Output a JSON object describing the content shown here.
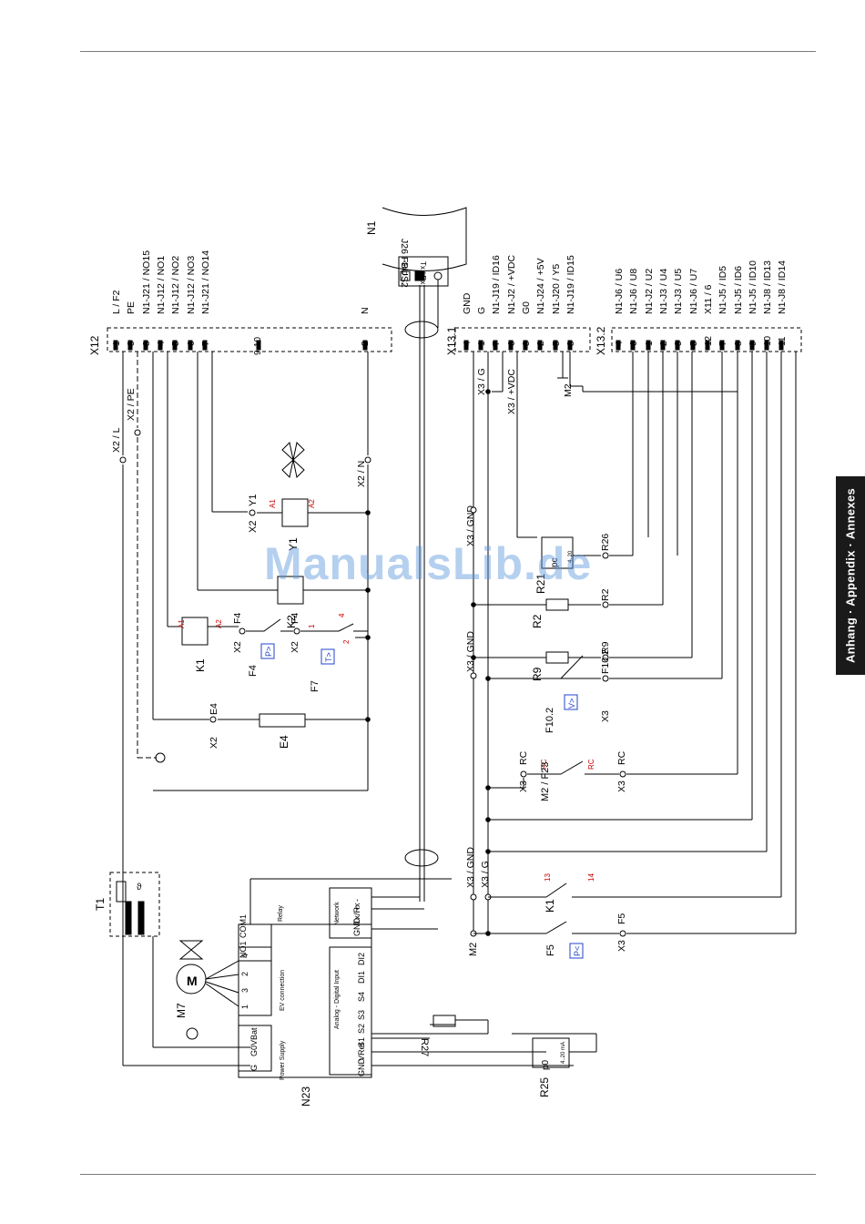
{
  "side_tab": {
    "label": "Anhang · Appendix · Annexes"
  },
  "watermark": "ManualsLib.de",
  "n1": {
    "name": "N1",
    "block": "J26 FBUS2",
    "pins": [
      "GND",
      "Tx / Rx",
      "-",
      "+"
    ]
  },
  "x12": {
    "name": "X12",
    "pins": [
      "1",
      "3",
      "8",
      "4",
      "5",
      "6",
      "7"
    ],
    "signals": [
      "L / F2",
      "PE",
      "N1-J21 / NO15",
      "N1-J12 / NO1",
      "N1-J12 / NO2",
      "N1-J12 / NO3",
      "N1-J21 / NO14"
    ],
    "extra_pins": [
      "9-10",
      "2"
    ],
    "n_label": "N"
  },
  "x13_1": {
    "name": "X13.1",
    "pins": [
      "4",
      "1",
      "7",
      "6",
      "3",
      "2",
      "5",
      "8"
    ],
    "signals": [
      "GND",
      "G",
      "N1-J19 / ID16",
      "N1-J2 / +VDC",
      "G0",
      "N1-J24 / +5V",
      "N1-J20 / Y5",
      "N1-J19 / ID15"
    ]
  },
  "x13_2": {
    "name": "X13.2",
    "pins": [
      "4",
      "6",
      "1",
      "2",
      "3",
      "5",
      "12",
      "7",
      "8",
      "9",
      "10",
      "11"
    ],
    "signals": [
      "N1-J6 / U6",
      "N1-J6 / U8",
      "N1-J2 / U2",
      "N1-J3 / U4",
      "N1-J3 / U5",
      "N1-J6 / U7",
      "X11 / 6",
      "N1-J5 / ID5",
      "N1-J5 / ID6",
      "N1-J5 / ID10",
      "N1-J8 / ID13",
      "N1-J8 / ID14"
    ]
  },
  "labels": {
    "x2_l": "X2 / L",
    "x2_pe": "X2 / PE",
    "x2_n": "X2 / N",
    "x3_g": "X3 / G",
    "x3_vdc": "X3 / +VDC",
    "m2": "M2",
    "x3_gnd": "X3 / GND",
    "y1": "Y1",
    "x2": "X2",
    "x3": "X3",
    "k2": "K2",
    "k1": "K1",
    "f4": "F4",
    "f7": "F7",
    "e4": "E4",
    "r21": "R21",
    "r26": "R26",
    "r2": "R2",
    "r9": "R9",
    "f10_2": "F10.2",
    "rc": "RC",
    "m2_f23": "M2 / F23",
    "f5": "F5",
    "t1": "T1",
    "m7": "M7",
    "n23": "N23",
    "r27": "R27",
    "r25": "R25",
    "pc": "pc",
    "p0": "p0",
    "ma": "4..20 mA"
  },
  "coil_terms": {
    "a1": "A1",
    "a2": "A2",
    "c1": "1",
    "c2": "2",
    "c4": "4",
    "c13": "13",
    "c14": "14"
  },
  "n23_blocks": {
    "relay": {
      "title": "Relay",
      "pins": [
        "NO1",
        "COM1"
      ]
    },
    "ev": {
      "title": "EV connection",
      "pins": [
        "4",
        "2",
        "3",
        "1"
      ]
    },
    "power": {
      "title": "Power Supply",
      "pins": [
        "VBat",
        "G0",
        "G"
      ]
    },
    "network": {
      "title": "Network",
      "pins": [
        "-",
        "+",
        "Tx/Rx",
        "GND"
      ]
    },
    "analog": {
      "title": "Analog - Digital Input",
      "pins": [
        "DI2",
        "DI1",
        "S4",
        "S3",
        "S2",
        "S1",
        "VRef",
        "GND"
      ]
    }
  },
  "colors": {
    "accent_red": "#cc0000",
    "accent_blue": "#2244cc",
    "line": "#000000"
  }
}
